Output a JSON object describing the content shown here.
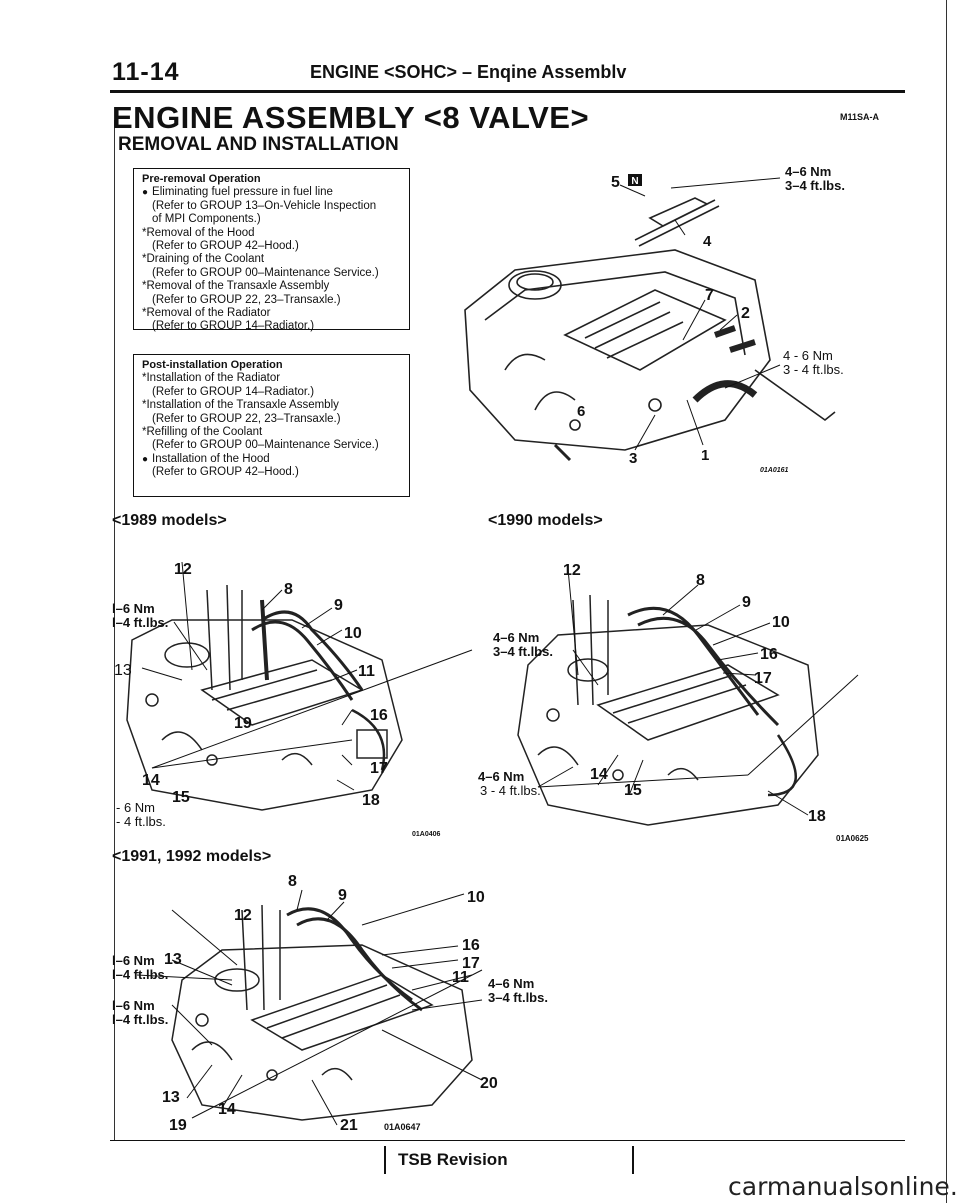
{
  "header": {
    "page_number": "11-14",
    "section_title": "ENGINE <SOHC> – Enqine Assemblv"
  },
  "title": "ENGINE ASSEMBLY <8 VALVE>",
  "subtitle": "REMOVAL AND INSTALLATION",
  "code": "M11SA-A",
  "pre_removal": {
    "heading": "Pre-removal Operation",
    "lines": [
      {
        "text": "Eliminating fuel pressure in fuel line",
        "style": "bul"
      },
      {
        "text": "(Refer to GROUP 13–On-Vehicle Inspection",
        "style": "in"
      },
      {
        "text": "of MPI Components.)",
        "style": "in"
      },
      {
        "text": "*Removal of the Hood",
        "style": ""
      },
      {
        "text": "(Refer to GROUP 42–Hood.)",
        "style": "in"
      },
      {
        "text": "*Draining of the Coolant",
        "style": ""
      },
      {
        "text": "(Refer to GROUP 00–Maintenance Service.)",
        "style": "in"
      },
      {
        "text": "*Removal of the Transaxle Assembly",
        "style": ""
      },
      {
        "text": "(Refer to GROUP 22, 23–Transaxle.)",
        "style": "in"
      },
      {
        "text": "*Removal of the Radiator",
        "style": ""
      },
      {
        "text": "(Refer to GROUP 14–Radiator.)",
        "style": "in"
      }
    ]
  },
  "post_installation": {
    "heading": "Post-installation Operation",
    "lines": [
      {
        "text": "*Installation of the Radiator",
        "style": ""
      },
      {
        "text": "(Refer to GROUP 14–Radiator.)",
        "style": "in"
      },
      {
        "text": "*Installation of the Transaxle Assembly",
        "style": ""
      },
      {
        "text": "(Refer to GROUP 22, 23–Transaxle.)",
        "style": "in"
      },
      {
        "text": "*Refilling of the Coolant",
        "style": ""
      },
      {
        "text": "(Refer to GROUP 00–Maintenance Service.)",
        "style": "in"
      },
      {
        "text": "Installation of the Hood",
        "style": "bul"
      },
      {
        "text": "(Refer to GROUP 42–Hood.)",
        "style": "in"
      }
    ]
  },
  "diagrams": {
    "top": {
      "figure_id": "01A0161",
      "torque_1_nm": "4–6 Nm",
      "torque_1_ftlb": "3–4 ft.lbs.",
      "torque_2_nm": "4 - 6 Nm",
      "torque_2_ftlb": "3 - 4 ft.lbs.",
      "callouts": [
        "5",
        "4",
        "7",
        "2",
        "6",
        "3",
        "1"
      ],
      "badge": "N"
    },
    "d1989": {
      "caption": "<1989 models>",
      "figure_id": "01A0406",
      "torque_1_nm": "l–6 Nm",
      "torque_1_ftlb": "l–4 ft.lbs.",
      "torque_2_nm": "- 6 Nm",
      "torque_2_ftlb": "- 4 ft.lbs.",
      "callouts": [
        "12",
        "8",
        "9",
        "10",
        "13",
        "11",
        "19",
        "16",
        "17",
        "14",
        "15",
        "18"
      ]
    },
    "d1990": {
      "caption": "<1990 models>",
      "figure_id": "01A0625",
      "torque_1_nm": "4–6 Nm",
      "torque_1_ftlb": "3–4 ft.lbs.",
      "torque_2_nm": "4–6 Nm",
      "torque_2_ftlb": "3 - 4 ft.lbs.",
      "callouts": [
        "12",
        "8",
        "9",
        "10",
        "16",
        "17",
        "14",
        "15",
        "18"
      ]
    },
    "d1991": {
      "caption": "<1991, 1992 models>",
      "figure_id": "01A0647",
      "torque_1_nm": "l–6 Nm",
      "torque_1_ftlb": "l–4 ft.lbs.",
      "torque_2_nm": "l–6 Nm",
      "torque_2_ftlb": "l–4 ft.lbs.",
      "torque_3_nm": "4–6 Nm",
      "torque_3_ftlb": "3–4 ft.lbs.",
      "callouts": [
        "8",
        "9",
        "10",
        "12",
        "16",
        "17",
        "13",
        "11",
        "20",
        "13",
        "14",
        "19",
        "21"
      ]
    }
  },
  "footer": {
    "tsb": "TSB Revision",
    "watermark": "carmanualsonline.info"
  }
}
